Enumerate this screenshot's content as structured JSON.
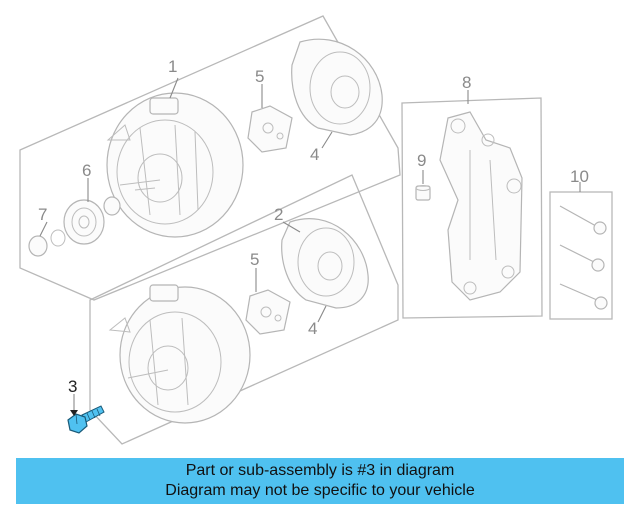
{
  "diagram": {
    "callouts": {
      "c1": "1",
      "c2": "2",
      "c3": "3",
      "c4a": "4",
      "c4b": "4",
      "c5a": "5",
      "c5b": "5",
      "c6": "6",
      "c7": "7",
      "c8": "8",
      "c9": "9",
      "c10": "10"
    },
    "highlight_color": "#4fc1f0"
  },
  "banner": {
    "line1": "Part or sub-assembly is #3 in diagram",
    "line2": "Diagram may not be specific to your vehicle",
    "color": "#4fc1f0"
  }
}
